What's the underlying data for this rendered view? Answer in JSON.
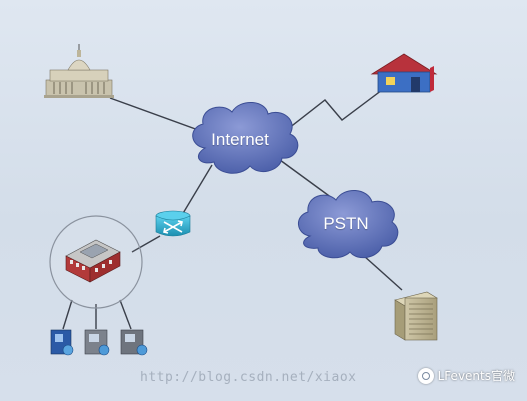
{
  "nodes": {
    "internet": {
      "label": "Internet"
    },
    "pstn": {
      "label": "PSTN"
    }
  },
  "watermark": {
    "text": "http://blog.csdn.net/xiaox"
  },
  "brand": {
    "text": "LFevents官微"
  },
  "colors": {
    "cloud_fill": "#5b6fb8",
    "cloud_highlight": "#8c9ad6",
    "link": "#3a3f4a",
    "router": "#27a7c9",
    "house_roof": "#b8323c",
    "house_wall": "#3c6fc4",
    "lan_ring": "#8a929e"
  },
  "icons": [
    "government-building-icon",
    "house-icon",
    "router-icon",
    "pbx-server-icon",
    "building-campus-icon",
    "workstation-icon"
  ]
}
